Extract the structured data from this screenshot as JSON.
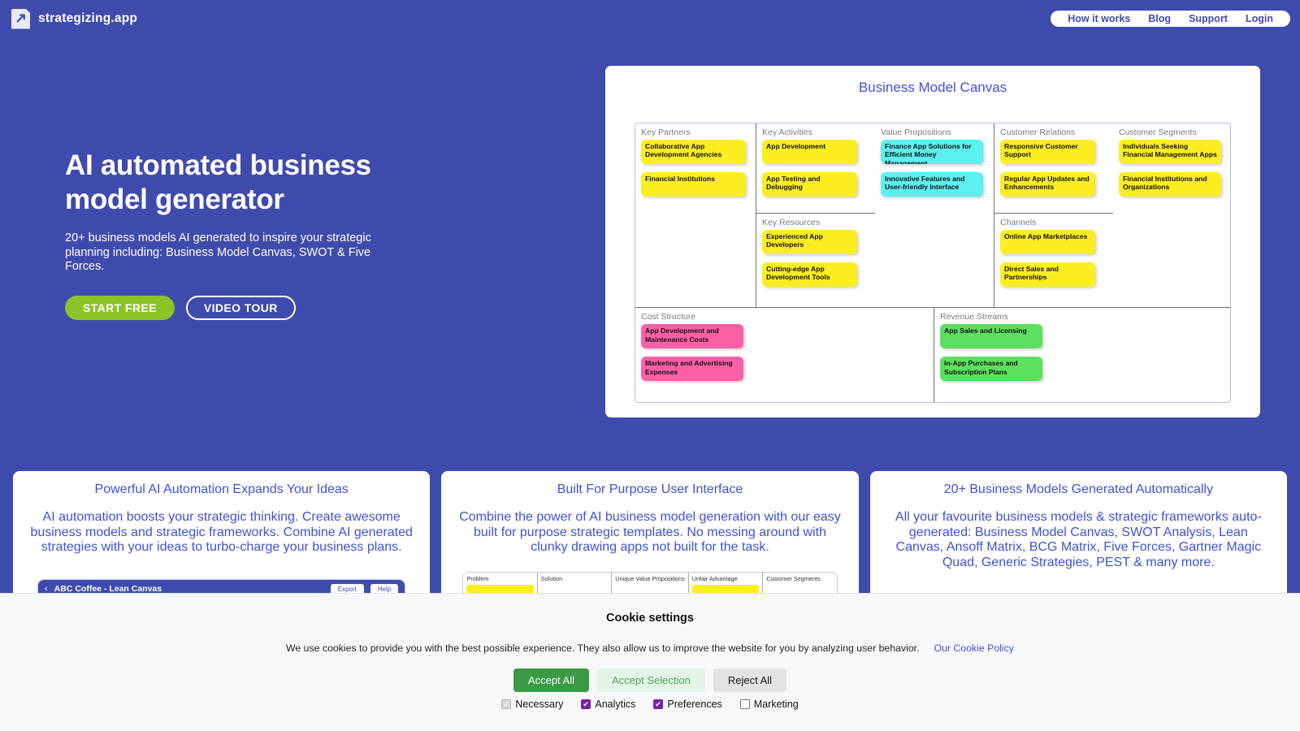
{
  "brand": {
    "name": "strategizing.app",
    "icon": "document-arrow-icon"
  },
  "nav": {
    "items": [
      {
        "label": "How it works"
      },
      {
        "label": "Blog"
      },
      {
        "label": "Support"
      },
      {
        "label": "Login"
      }
    ]
  },
  "hero": {
    "title_line1": "AI automated business",
    "title_line2": "model generator",
    "subtitle": "20+ business models AI generated to inspire your strategic planning including: Business Model Canvas, SWOT & Five Forces.",
    "primary_cta": "START FREE",
    "secondary_cta": "VIDEO TOUR"
  },
  "canvas": {
    "title": "Business Model Canvas",
    "blocks": {
      "key_partners": {
        "label": "Key Partners",
        "notes": [
          {
            "text": "Collaborative App Development Agencies",
            "color": "yellow"
          },
          {
            "text": "Financial Institutions",
            "color": "yellow"
          }
        ]
      },
      "key_activities": {
        "label": "Key Activities",
        "notes": [
          {
            "text": "App Development",
            "color": "yellow"
          },
          {
            "text": "App Testing and Debugging",
            "color": "yellow"
          }
        ]
      },
      "key_resources": {
        "label": "Key Resources",
        "notes": [
          {
            "text": "Experienced App Developers",
            "color": "yellow"
          },
          {
            "text": "Cutting-edge App Development Tools",
            "color": "yellow"
          }
        ]
      },
      "value_propositions": {
        "label": "Value Propositions",
        "notes": [
          {
            "text": "Finance App Solutions for Efficient Money Management",
            "color": "cyan"
          },
          {
            "text": "Innovative Features and User-friendly Interface",
            "color": "cyan"
          }
        ]
      },
      "customer_relations": {
        "label": "Customer Relations",
        "notes": [
          {
            "text": "Responsive Customer Support",
            "color": "yellow"
          },
          {
            "text": "Regular App Updates and Enhancements",
            "color": "yellow"
          }
        ]
      },
      "channels": {
        "label": "Channels",
        "notes": [
          {
            "text": "Online App Marketplaces",
            "color": "yellow"
          },
          {
            "text": "Direct Sales and Partnerships",
            "color": "yellow"
          }
        ]
      },
      "customer_segments": {
        "label": "Customer Segments",
        "notes": [
          {
            "text": "Individuals Seeking Financial Management Apps",
            "color": "yellow"
          },
          {
            "text": "Financial Institutions and Organizations",
            "color": "yellow"
          }
        ]
      },
      "cost_structure": {
        "label": "Cost Structure",
        "notes": [
          {
            "text": "App Development and Maintenance Costs",
            "color": "pink"
          },
          {
            "text": "Marketing and Advertising Expenses",
            "color": "pink"
          }
        ]
      },
      "revenue_streams": {
        "label": "Revenue Streams",
        "notes": [
          {
            "text": "App Sales and Licensing",
            "color": "green"
          },
          {
            "text": "In-App Purchases and Subscription Plans",
            "color": "green"
          }
        ]
      }
    }
  },
  "feature_cards": [
    {
      "title": "Powerful AI Automation Expands Your Ideas",
      "body": "AI automation boosts your strategic thinking. Create awesome business models and strategic frameworks. Combine AI generated strategies with your ideas to turbo-charge your business plans.",
      "preview": {
        "doc_title": "ABC Coffee - Lean Canvas",
        "back_icon": "chevron-left-icon",
        "export_label": "Export",
        "help_label": "Help"
      }
    },
    {
      "title": "Built For Purpose User Interface",
      "body": "Combine the power of AI business model generation with our easy built for purpose strategic templates. No messing around with clunky drawing apps not built for the task.",
      "preview": {
        "columns": [
          "Problem",
          "Solution",
          "Unique Value Propositions",
          "Unfair Advantage",
          "Customer Segments"
        ]
      }
    },
    {
      "title": "20+ Business Models Generated Automatically",
      "body": "All your favourite business models & strategic frameworks auto-generated:\nBusiness Model Canvas, SWOT Analysis, Lean Canvas, Ansoff Matrix, BCG Matrix, Five Forces, Gartner Magic Quad, Generic Strategies, PEST & many more."
    }
  ],
  "cookie": {
    "title": "Cookie settings",
    "description": "We use cookies to provide you with the best possible experience. They also allow us to improve the website for you by analyzing user behavior.",
    "policy_link": "Our Cookie Policy",
    "buttons": {
      "accept_all": "Accept All",
      "accept_selection": "Accept Selection",
      "reject_all": "Reject All"
    },
    "checkboxes": [
      {
        "label": "Necessary",
        "checked": true,
        "disabled": true
      },
      {
        "label": "Analytics",
        "checked": true,
        "disabled": false
      },
      {
        "label": "Preferences",
        "checked": true,
        "disabled": false
      },
      {
        "label": "Marketing",
        "checked": false,
        "disabled": false
      }
    ]
  },
  "colors": {
    "brand_blue": "#3f4bac",
    "link_blue": "#3f51d4",
    "cta_green": "#8cc428",
    "note_yellow": "#fcee21",
    "note_cyan": "#5df0f0",
    "note_pink": "#fc5fa3",
    "note_green": "#5de05d"
  }
}
